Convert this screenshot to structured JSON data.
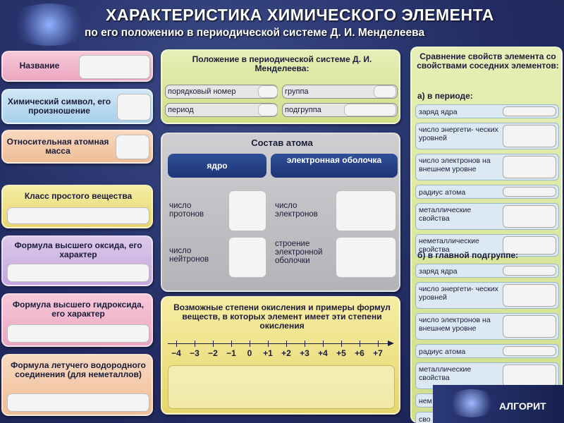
{
  "header": {
    "title": "ХАРАКТЕРИСТИКА ХИМИЧЕСКОГО ЭЛЕМЕНТА",
    "subtitle": "по его положению в периодической системе Д. И. Менделеева"
  },
  "left_column": {
    "name": "Название",
    "symbol": "Химический символ, его произношение",
    "atomic_mass": "Относительная атомная масса",
    "substance_class": "Класс простого вещества",
    "oxide": "Формула высшего оксида, его характер",
    "hydroxide": "Формула высшего гидроксида, его характер",
    "hydride": "Формула летучего водородного соединения (для неметаллов)"
  },
  "position": {
    "title": "Положение в периодической системе Д. И. Менделеева:",
    "fields": {
      "atomic_number": "порядковый номер",
      "group": "группа",
      "period": "период",
      "subgroup": "подгруппа"
    }
  },
  "atom": {
    "title": "Состав атома",
    "nucleus_tab": "ядро",
    "shell_tab": "электронная оболочка",
    "protons": "число протонов",
    "neutrons": "число нейтронов",
    "electrons": "число электронов",
    "shell_structure": "строение электронной оболочки"
  },
  "oxidation": {
    "title": "Возможные степени окисления и примеры формул веществ, в которых элемент имеет эти степени окисления",
    "scale": [
      "−4",
      "−3",
      "−2",
      "−1",
      "0",
      "+1",
      "+2",
      "+3",
      "+4",
      "+5",
      "+6",
      "+7"
    ]
  },
  "comparison": {
    "title": "Сравнение свойств элемента со свойствами соседних элементов:",
    "period_heading": "а) в периоде:",
    "subgroup_heading": "б) в главной подгруппе:",
    "period_rows": [
      "заряд ядра",
      "число энергети- ческих уровней",
      "число электронов на внешнем уровне",
      "радиус атома",
      "металлические свойства",
      "неметаллические свойства"
    ],
    "subgroup_rows": [
      "заряд ядра",
      "число энергети- ческих уровней",
      "число электронов на внешнем уровне",
      "радиус атома",
      "металлические свойства",
      "нем",
      "сво"
    ]
  },
  "footer": {
    "algorithm_label": "АЛГОРИТ"
  },
  "colors": {
    "background": "#232d64",
    "accent_blue": "#1e3576"
  }
}
